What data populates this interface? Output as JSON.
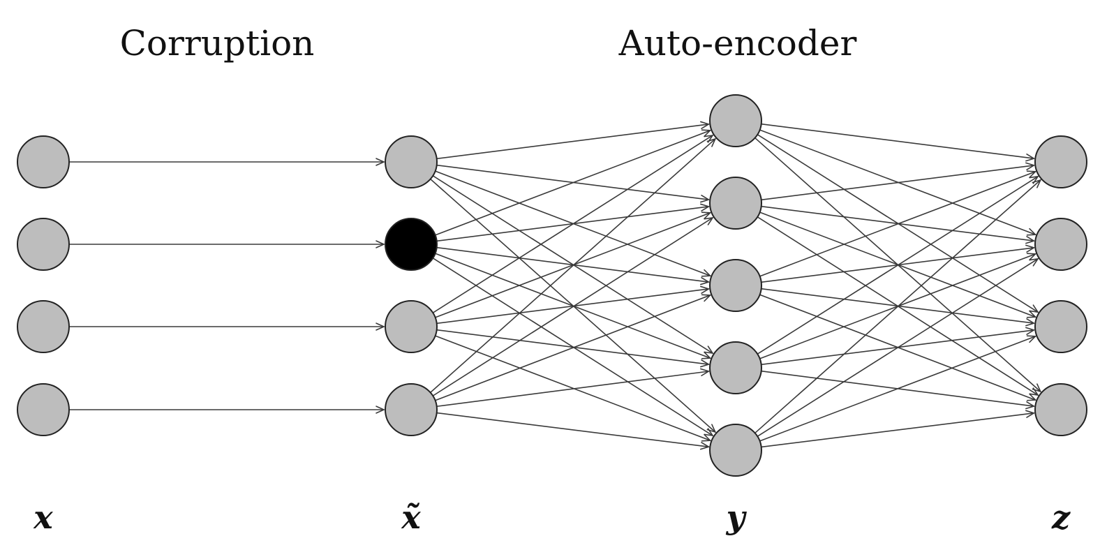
{
  "titles": {
    "corruption": "Corruption",
    "autoencoder": "Auto-encoder"
  },
  "layers": [
    {
      "id": "x",
      "label": "x",
      "nodes": 4
    },
    {
      "id": "x_tilde",
      "label": "x̃",
      "nodes": 4
    },
    {
      "id": "y",
      "label": "y",
      "nodes": 5
    },
    {
      "id": "z",
      "label": "z",
      "nodes": 4
    }
  ],
  "connections": [
    {
      "from": "x",
      "to": "x_tilde",
      "type": "one-to-one"
    },
    {
      "from": "x_tilde",
      "to": "y",
      "type": "fully-connected"
    },
    {
      "from": "y",
      "to": "z",
      "type": "fully-connected"
    }
  ],
  "corrupted_nodes": [
    {
      "layer": "x_tilde",
      "index": 1
    }
  ],
  "colors": {
    "node_fill": "#bdbdbd",
    "corrupted_fill": "#000000",
    "node_stroke": "#222222",
    "edge": "#3a3a3a",
    "text": "#111111"
  }
}
